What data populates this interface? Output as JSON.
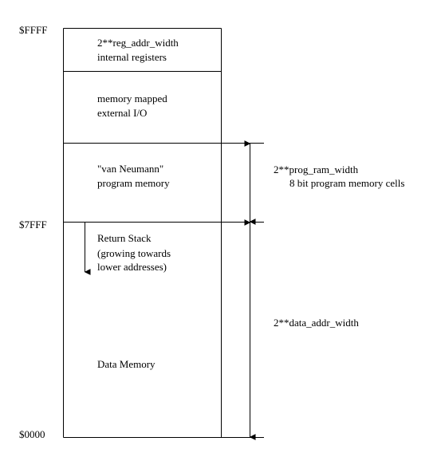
{
  "addresses": {
    "top": "$FFFF",
    "middle": "$7FFF",
    "bottom": "$0000"
  },
  "regions": {
    "registers": {
      "line1": "2**reg_addr_width",
      "line2": "internal registers"
    },
    "io": {
      "line1": "memory mapped",
      "line2": "external I/O"
    },
    "program": {
      "line1": "\"van Neumann\"",
      "line2": "program memory"
    },
    "stack": {
      "line1": "Return Stack",
      "line2": "(growing towards",
      "line3": "lower addresses)"
    },
    "data": {
      "label": "Data Memory"
    }
  },
  "dimensions": {
    "program_size": {
      "line1": "2**prog_ram_width",
      "line2": "8 bit program memory cells"
    },
    "data_size": {
      "line1": "2**data_addr_width"
    }
  }
}
